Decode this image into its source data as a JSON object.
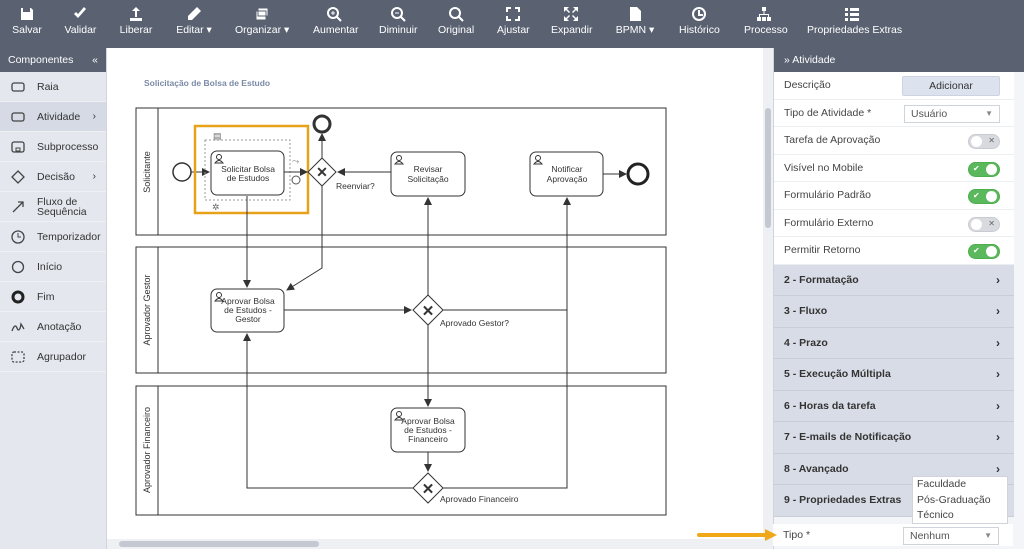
{
  "toolbar": {
    "items": [
      {
        "label": "Salvar",
        "icon": "save-icon"
      },
      {
        "label": "Validar",
        "icon": "check-icon"
      },
      {
        "label": "Liberar",
        "icon": "upload-icon"
      },
      {
        "label": "Editar ▾",
        "icon": "pencil-icon"
      },
      {
        "label": "Organizar ▾",
        "icon": "layers-icon"
      },
      {
        "label": "Aumentar",
        "icon": "zoom-in-icon"
      },
      {
        "label": "Diminuir",
        "icon": "zoom-out-icon"
      },
      {
        "label": "Original",
        "icon": "search-icon"
      },
      {
        "label": "Ajustar",
        "icon": "fit-icon"
      },
      {
        "label": "Expandir",
        "icon": "expand-icon"
      },
      {
        "label": "BPMN ▾",
        "icon": "file-icon"
      },
      {
        "label": "Histórico",
        "icon": "history-icon"
      },
      {
        "label": "Processo",
        "icon": "sitemap-icon"
      },
      {
        "label": "Propriedades Extras",
        "icon": "list-icon"
      }
    ]
  },
  "left_panel": {
    "title": "Componentes",
    "collapse": "«",
    "items": [
      {
        "label": "Raia",
        "icon": "lane-icon",
        "arrow": ""
      },
      {
        "label": "Atividade",
        "icon": "activity-icon",
        "arrow": "›"
      },
      {
        "label": "Subprocesso",
        "icon": "subprocess-icon",
        "arrow": ""
      },
      {
        "label": "Decisão",
        "icon": "decision-icon",
        "arrow": "›"
      },
      {
        "label": "Fluxo de Sequência",
        "icon": "sequence-flow-icon",
        "arrow": ""
      },
      {
        "label": "Temporizador",
        "icon": "timer-icon",
        "arrow": ""
      },
      {
        "label": "Início",
        "icon": "start-icon",
        "arrow": ""
      },
      {
        "label": "Fim",
        "icon": "end-icon",
        "arrow": ""
      },
      {
        "label": "Anotação",
        "icon": "annotation-icon",
        "arrow": ""
      },
      {
        "label": "Agrupador",
        "icon": "group-icon",
        "arrow": ""
      }
    ]
  },
  "diagram": {
    "title": "Solicitação de Bolsa de Estudo",
    "lanes": [
      "Solicitante",
      "Aprovador Gestor",
      "Aprovador Financeiro"
    ],
    "tasks": {
      "solicitar": [
        "Solicitar Bolsa",
        "de Estudos"
      ],
      "revisar": [
        "Revisar",
        "Solicitação"
      ],
      "notificar": [
        "Notificar",
        "Aprovação"
      ],
      "aprovar_gestor": [
        "Aprovar Bolsa",
        "de Estudos -",
        "Gestor"
      ],
      "aprovar_financeiro": [
        "Aprovar Bolsa",
        "de Estudos -",
        "Financeiro"
      ]
    },
    "gateways": {
      "reenviar": "Reenviar?",
      "aprovado_gestor": "Aprovado Gestor?",
      "aprovado_financeiro": "Aprovado Financeiro"
    }
  },
  "right_panel": {
    "title": "Atividade",
    "rows": [
      {
        "label": "Descrição",
        "control": "button",
        "value": "Adicionar"
      },
      {
        "label": "Tipo de Atividade *",
        "control": "select",
        "value": "Usuário"
      },
      {
        "label": "Tarefa de Aprovação",
        "control": "toggle",
        "on": false
      },
      {
        "label": "Visível no Mobile",
        "control": "toggle",
        "on": true
      },
      {
        "label": "Formulário Padrão",
        "control": "toggle",
        "on": true
      },
      {
        "label": "Formulário Externo",
        "control": "toggle",
        "on": false
      },
      {
        "label": "Permitir Retorno",
        "control": "toggle",
        "on": true
      }
    ],
    "sections": [
      "2 - Formatação",
      "3 - Fluxo",
      "4 - Prazo",
      "5 - Execução Múltipla",
      "6 - Horas da tarefa",
      "7 - E-mails de Notificação",
      "8 - Avançado",
      "9 - Propriedades Extras"
    ],
    "dropdown_options": [
      "Faculdade",
      "Pós-Graduação",
      "Técnico"
    ],
    "tipo": {
      "label": "Tipo *",
      "value": "Nenhum"
    }
  },
  "colors": {
    "toolbar_bg": "#5a6272",
    "selection": "#e8a21a",
    "toggle_on": "#5cb85c",
    "arrow": "#f0a818"
  }
}
